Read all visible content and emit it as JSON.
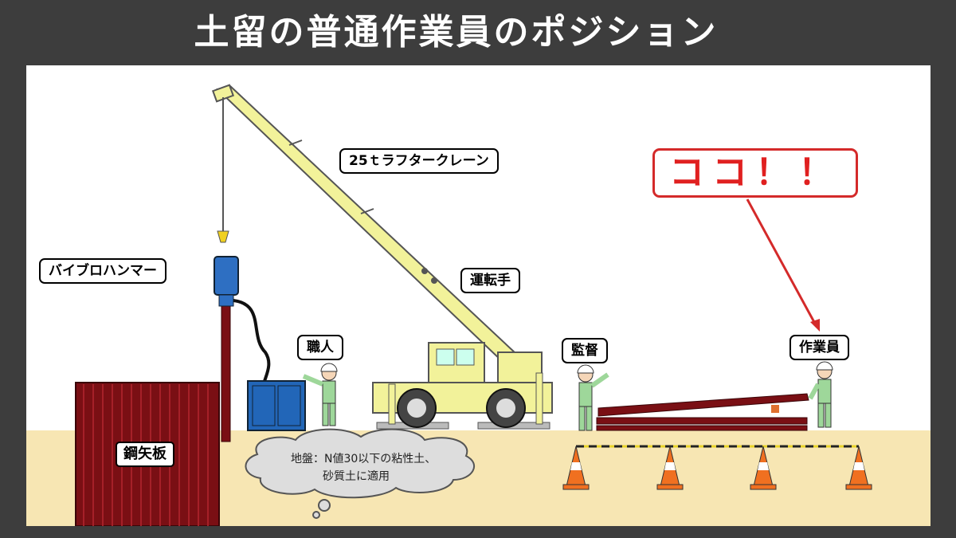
{
  "title": "土留の普通作業員のポジション",
  "labels": {
    "crane": "25ｔラフタークレーン",
    "vibro_hammer": "バイブロハンマー",
    "operator": "運転手",
    "craftsman": "職人",
    "supervisor": "監督",
    "worker": "作業員",
    "sheet_pile": "鋼矢板"
  },
  "callout": "ココ！！",
  "ground_note": {
    "line1": "地盤：N値30以下の粘性土、",
    "line2": "砂質土に適用"
  },
  "colors": {
    "background": "#3d3d3d",
    "ground": "#f7e6b3",
    "callout_red": "#d42a2a",
    "crane_yellow": "#f2f29a",
    "sheet_pile_red": "#7a0f14",
    "vest_green": "#9ed79a"
  }
}
